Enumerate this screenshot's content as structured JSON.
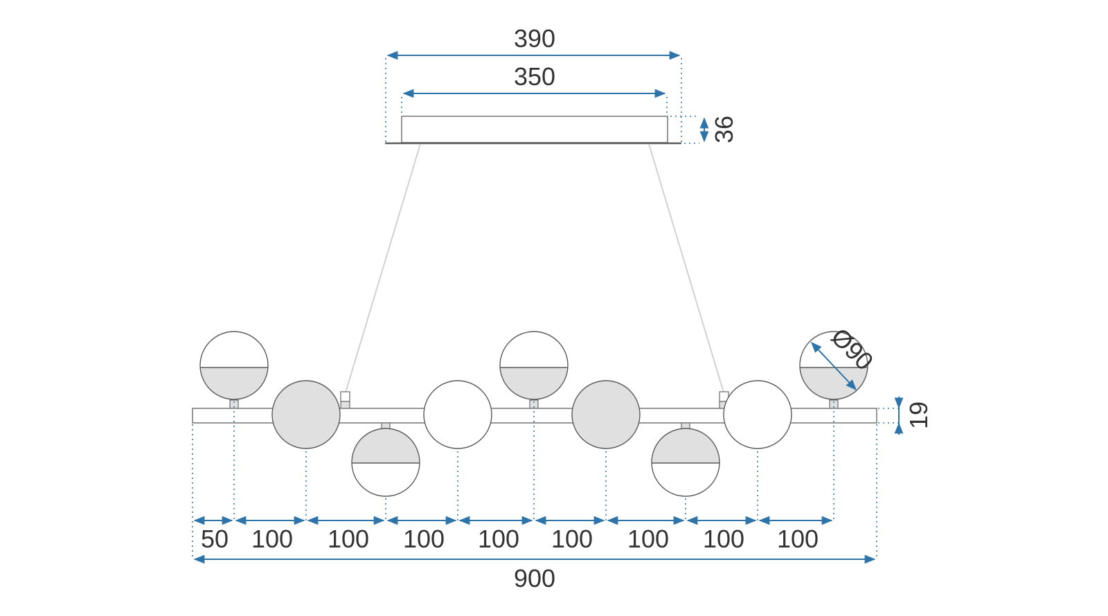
{
  "diagram": {
    "colors": {
      "dimension": "#2f74a8",
      "outline": "#5a5a5a",
      "globe_fill": "#e0e0e0",
      "text": "#333333"
    },
    "canopy": {
      "outer_width": "390",
      "inner_width": "350",
      "height": "36"
    },
    "bar": {
      "height": "19",
      "total_length": "900",
      "globe_diameter": "Ø90"
    },
    "spacing": [
      "50",
      "100",
      "100",
      "100",
      "100",
      "100",
      "100",
      "100",
      "100"
    ]
  }
}
